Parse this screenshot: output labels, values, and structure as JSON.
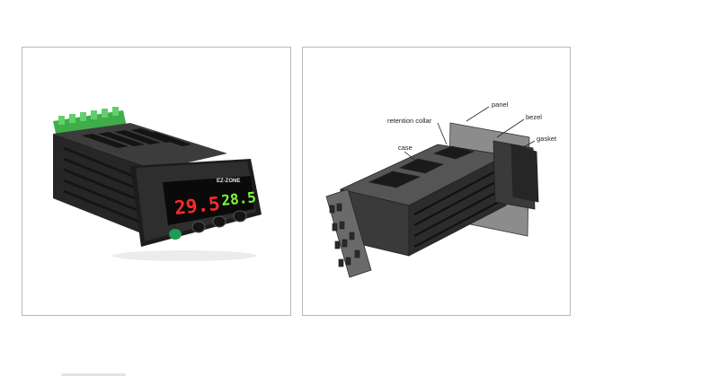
{
  "photo": {
    "brand": "EZ-ZONE",
    "display_primary": "29.5",
    "display_secondary": "28.5"
  },
  "diagram": {
    "labels": {
      "panel": "panel",
      "bezel": "bezel",
      "retention_collar": "retention collar",
      "gasket": "gasket",
      "case": "case"
    }
  },
  "colors": {
    "display_red": "#ff2a2a",
    "display_green": "#7dff3c",
    "terminal_green": "#3fae4a"
  }
}
